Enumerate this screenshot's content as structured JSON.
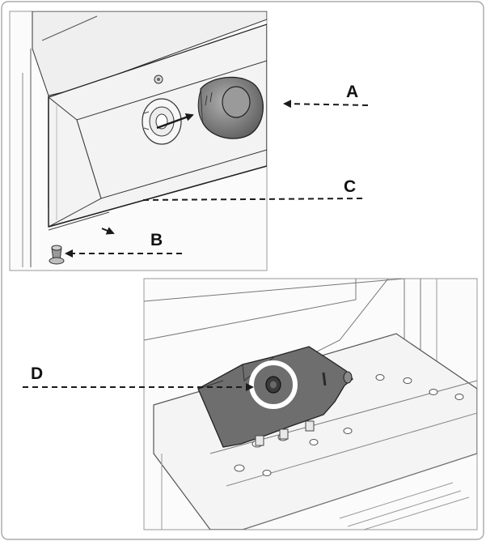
{
  "figure": {
    "callouts": {
      "a": "A",
      "b": "B",
      "c": "C",
      "d": "D"
    },
    "colors": {
      "line": "#1a1a1a",
      "panel_fill": "#f2f2f2",
      "panel_shade": "#e4e4e4",
      "dark_part": "#6e6e6e",
      "knob": "#8a8a8a",
      "background": "#ffffff"
    }
  }
}
